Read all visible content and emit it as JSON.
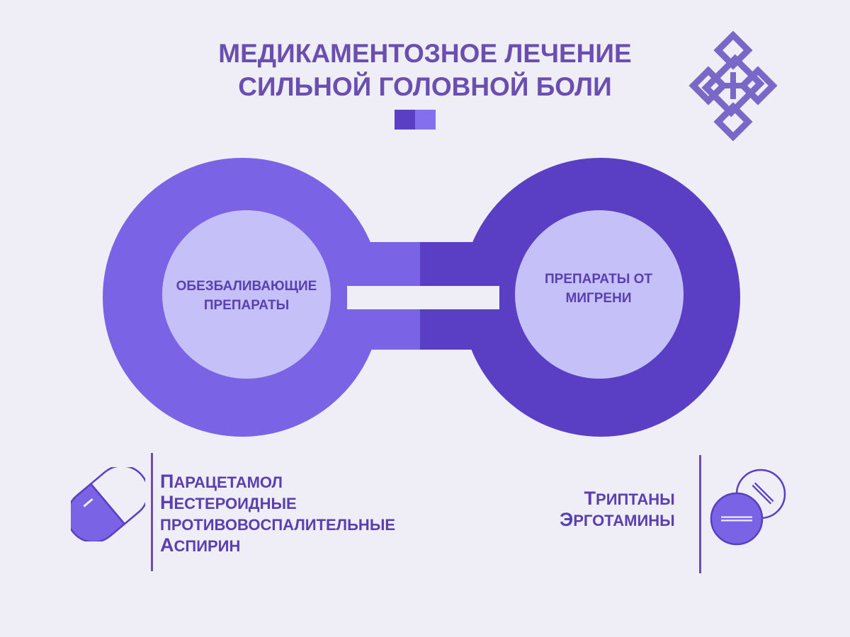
{
  "title": {
    "line1": "МЕДИКАМЕНТОЗНОЕ ЛЕЧЕНИЕ",
    "line2": "СИЛЬНОЙ ГОЛОВНОЙ БОЛИ"
  },
  "left_circle": {
    "label": "ОБЕЗБАЛИВАЮЩИЕ ПРЕПАРАТЫ",
    "items": [
      {
        "first": "П",
        "rest": "АРАЦЕТАМОЛ"
      },
      {
        "first": "Н",
        "rest": "ЕСТЕРОИДНЫЕ"
      },
      {
        "first": "",
        "rest": "ПРОТИВОВОСПАЛИТЕЛЬНЫЕ"
      },
      {
        "first": "А",
        "rest": "СПИРИН"
      }
    ]
  },
  "right_circle": {
    "label": "ПРЕПАРАТЫ ОТ МИГРЕНИ",
    "items": [
      {
        "first": "Т",
        "rest": "РИПТАНЫ"
      },
      {
        "first": "Э",
        "rest": "РГОТАМИНЫ"
      }
    ]
  },
  "colors": {
    "background": "#efedf6",
    "left_ring": "#7b63e6",
    "right_ring": "#5a3ec4",
    "inner_circle": "#c5c0f7",
    "text": "#5a3fb0",
    "title": "#6a4fb0",
    "accent_dark": "#5a3ec4",
    "accent_light": "#8470ec",
    "knot": "#7a68c9"
  },
  "icons": {
    "knot": "endless-knot-icon",
    "capsule": "capsule-pill-icon",
    "tablets": "tablets-icon"
  }
}
